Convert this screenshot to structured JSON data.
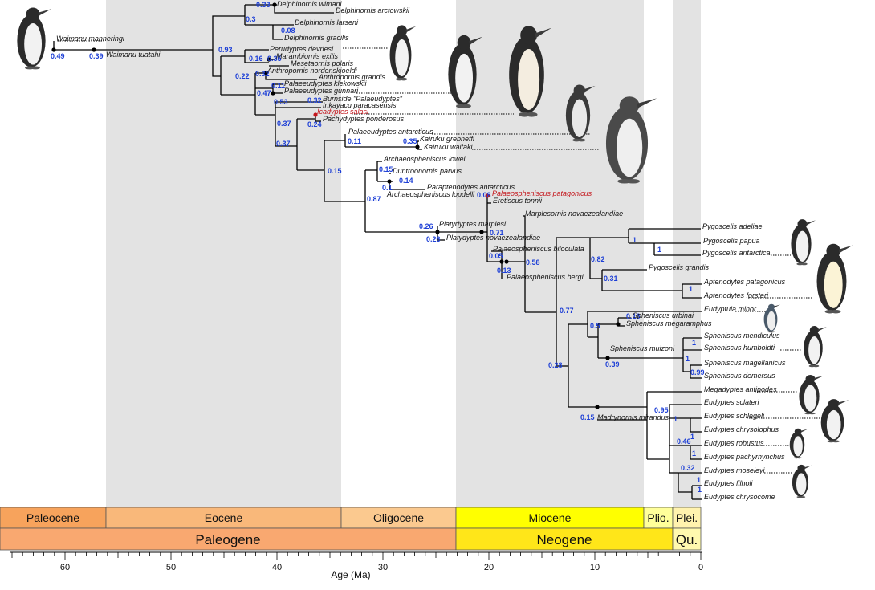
{
  "axis": {
    "label": "Age (Ma)",
    "ticks": [
      "60",
      "50",
      "40",
      "30",
      "20",
      "10",
      "0"
    ]
  },
  "timescale": {
    "epochs": [
      {
        "label": "Paleocene",
        "color": "#f7a35c"
      },
      {
        "label": "Eocene",
        "color": "#f9b87a"
      },
      {
        "label": "Oligocene",
        "color": "#fbc98f"
      },
      {
        "label": "Miocene",
        "color": "#ffff00"
      },
      {
        "label": "Plio.",
        "color": "#ffff9a"
      },
      {
        "label": "Plei.",
        "color": "#fff2ae"
      }
    ],
    "periods": [
      {
        "label": "Paleogene",
        "color": "#f9a870"
      },
      {
        "label": "Neogene",
        "color": "#ffe619"
      },
      {
        "label": "Qu.",
        "color": "#fff9ae"
      }
    ]
  },
  "taxa": [
    "Waimanu manneringi",
    "Waimanu tuatahi",
    "Delphinornis wimani",
    "Delphinornis arctowskii",
    "Delphinornis larseni",
    "Delphinornis gracilis",
    "Perudyptes devriesi",
    "Marambiornis exilis",
    "Mesetaornis polaris",
    "Anthropornis nordenskjoeldi",
    "Anthropornis grandis",
    "Palaeeudyptes klekowskii",
    "Palaeeudyptes gunnari",
    "Burnside \"Palaeudyptes\"",
    "Inkayacu paracasensis",
    "Icadyptes salasi",
    "Pachydyptes ponderosus",
    "Palaeeudyptes antarcticus",
    "Kairuku grebneffi",
    "Kairuku waitaki",
    "Archaeospheniscus lowei",
    "Duntroonornis parvus",
    "Paraptenodytes antarcticus",
    "Archaeospheniscus lopdelli",
    "Palaeospheniscus patagonicus",
    "Eretiscus tonnii",
    "Marplesornis novaezealandiae",
    "Platydyptes marplesi",
    "Platydyptes novaezealandiae",
    "Palaeospheniscus biloculata",
    "Palaeospheniscus bergi",
    "Pygoscelis adeliae",
    "Pygoscelis papua",
    "Pygoscelis antarctica",
    "Pygoscelis grandis",
    "Aptenodytes patagonicus",
    "Aptenodytes forsteri",
    "Eudyptula minor",
    "Spheniscus urbinai",
    "Spheniscus megaramphus",
    "Spheniscus muizoni",
    "Spheniscus mendiculus",
    "Spheniscus humboldti",
    "Spheniscus magellanicus",
    "Spheniscus demersus",
    "Madrynornis mirandus",
    "Megadyptes antipodes",
    "Eudyptes sclateri",
    "Eudyptes schlegeli",
    "Eudyptes chrysolophus",
    "Eudyptes robustus",
    "Eudyptes pachyrhynchus",
    "Eudyptes moseleyi",
    "Eudyptes filholi",
    "Eudyptes chrysocome"
  ],
  "support": [
    "0.49",
    "0.39",
    "0.33",
    "0.3",
    "0.08",
    "0.93",
    "0.16",
    "0.35",
    "0.22",
    "0.32",
    "0.11",
    "0.47",
    "0.53",
    "0.32",
    "0.24",
    "0.37",
    "0.37",
    "0.11",
    "0.35",
    "0.15",
    "0.15",
    "0.1",
    "0.14",
    "0.08",
    "0.87",
    "0.26",
    "0.26",
    "0.71",
    "0.05",
    "0.13",
    "0.58",
    "1",
    "1",
    "0.82",
    "0.31",
    "1",
    "0.77",
    "0.16",
    "0.5",
    "1",
    "1",
    "0.39",
    "0.99",
    "0.28",
    "0.95",
    "0.15",
    "1",
    "1",
    "0.46",
    "1",
    "0.32",
    "1",
    "1"
  ],
  "colors": {
    "line": "#000000",
    "gray_band": "#e3e3e3",
    "node": "#000000",
    "red_node": "#c4161c",
    "support": "#1d3fd6"
  }
}
